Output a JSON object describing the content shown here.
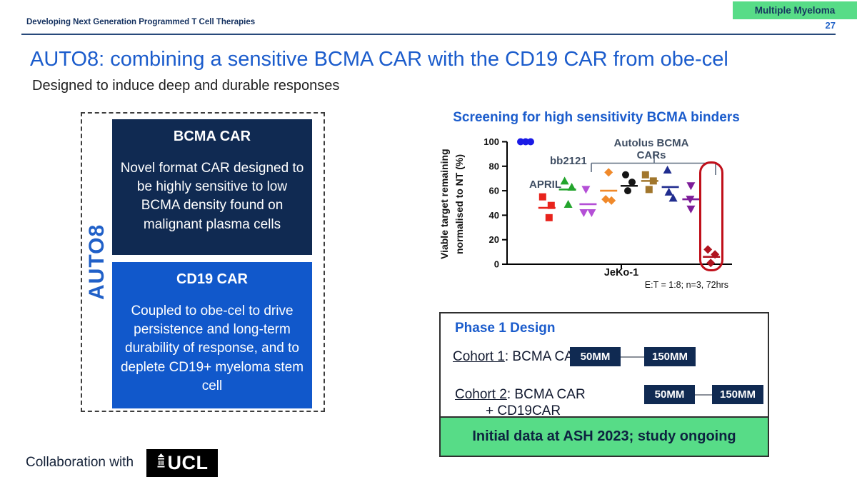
{
  "header": {
    "eyebrow": "Developing Next Generation Programmed T Cell Therapies",
    "page_number": "27",
    "badge": "Multiple Myeloma",
    "title": "AUTO8: combining a sensitive BCMA CAR with the CD19 CAR from obe-cel",
    "subtitle": "Designed to induce deep and durable responses"
  },
  "auto8_panel": {
    "label": "AUTO8",
    "bcma": {
      "title": "BCMA CAR",
      "body": "Novel format CAR designed to be highly sensitive to low BCMA density found on malignant plasma cells"
    },
    "cd19": {
      "title": "CD19 CAR",
      "body": "Coupled to obe-cel to drive persistence and long-term durability of response, and to deplete CD19+ myeloma stem cell"
    }
  },
  "chart_data": {
    "type": "scatter",
    "title": "Screening for high sensitivity BCMA binders",
    "ylabel": "Viable target remaining\nnormalised to NT (%)",
    "x_category": "JeKo-1",
    "footnote": "E:T = 1:8; n=3, 72hrs",
    "ylim": [
      0,
      100
    ],
    "yticks": [
      0,
      20,
      40,
      60,
      80,
      100
    ],
    "grid": false,
    "labels": {
      "april": "APRIL",
      "bb2121": "bb2121",
      "bracket": "Autolus BCMA CARs"
    },
    "bracket_covers_groups": [
      4,
      10
    ],
    "highlight_note": "last group outlined with red rounded box",
    "groups": [
      {
        "name": "",
        "marker": "circle",
        "color": "#1a1ae6",
        "values": [
          100,
          100,
          100
        ],
        "mean": null
      },
      {
        "name": "APRIL",
        "marker": "square",
        "color": "#e8231c",
        "values": [
          55,
          48,
          38
        ],
        "mean": 46
      },
      {
        "name": "bb2121",
        "marker": "triangle-up",
        "color": "#23a42c",
        "values": [
          68,
          63,
          49
        ],
        "mean": 61
      },
      {
        "name": "",
        "marker": "triangle-down",
        "color": "#b44fd6",
        "values": [
          61,
          42,
          42
        ],
        "mean": 49
      },
      {
        "name": "",
        "marker": "diamond",
        "color": "#f0892a",
        "values": [
          75,
          53,
          52
        ],
        "mean": 60
      },
      {
        "name": "",
        "marker": "circle",
        "color": "#151515",
        "values": [
          73,
          67,
          60
        ],
        "mean": 64
      },
      {
        "name": "",
        "marker": "square",
        "color": "#a1762c",
        "values": [
          73,
          68,
          61
        ],
        "mean": 68
      },
      {
        "name": "",
        "marker": "triangle-up",
        "color": "#202d8f",
        "values": [
          77,
          59,
          54
        ],
        "mean": 63
      },
      {
        "name": "",
        "marker": "triangle-down",
        "color": "#7d1d99",
        "values": [
          64,
          53,
          45
        ],
        "mean": 53
      },
      {
        "name": "",
        "marker": "diamond",
        "color": "#b0141f",
        "values": [
          12,
          8,
          1
        ],
        "mean": 6,
        "highlighted": true
      }
    ]
  },
  "phase1": {
    "title": "Phase 1 Design",
    "cohort1": {
      "prefix": "Cohort 1",
      "rest": ": BCMA CAR",
      "dose1": "50MM",
      "dose2": "150MM"
    },
    "cohort2": {
      "prefix": "Cohort 2",
      "rest": ": BCMA CAR",
      "rest2": "+ CD19CAR",
      "dose1": "50MM",
      "dose2": "150MM"
    },
    "banner": "Initial data at ASH 2023; study ongoing"
  },
  "footer": {
    "collab": "Collaboration with",
    "logo_text": "UCL"
  },
  "colors": {
    "accent_blue": "#1b5ccc",
    "navy": "#102a52",
    "cd19_blue": "#1158cb",
    "green": "#57dc87",
    "highlight_red": "#c00f1a"
  }
}
